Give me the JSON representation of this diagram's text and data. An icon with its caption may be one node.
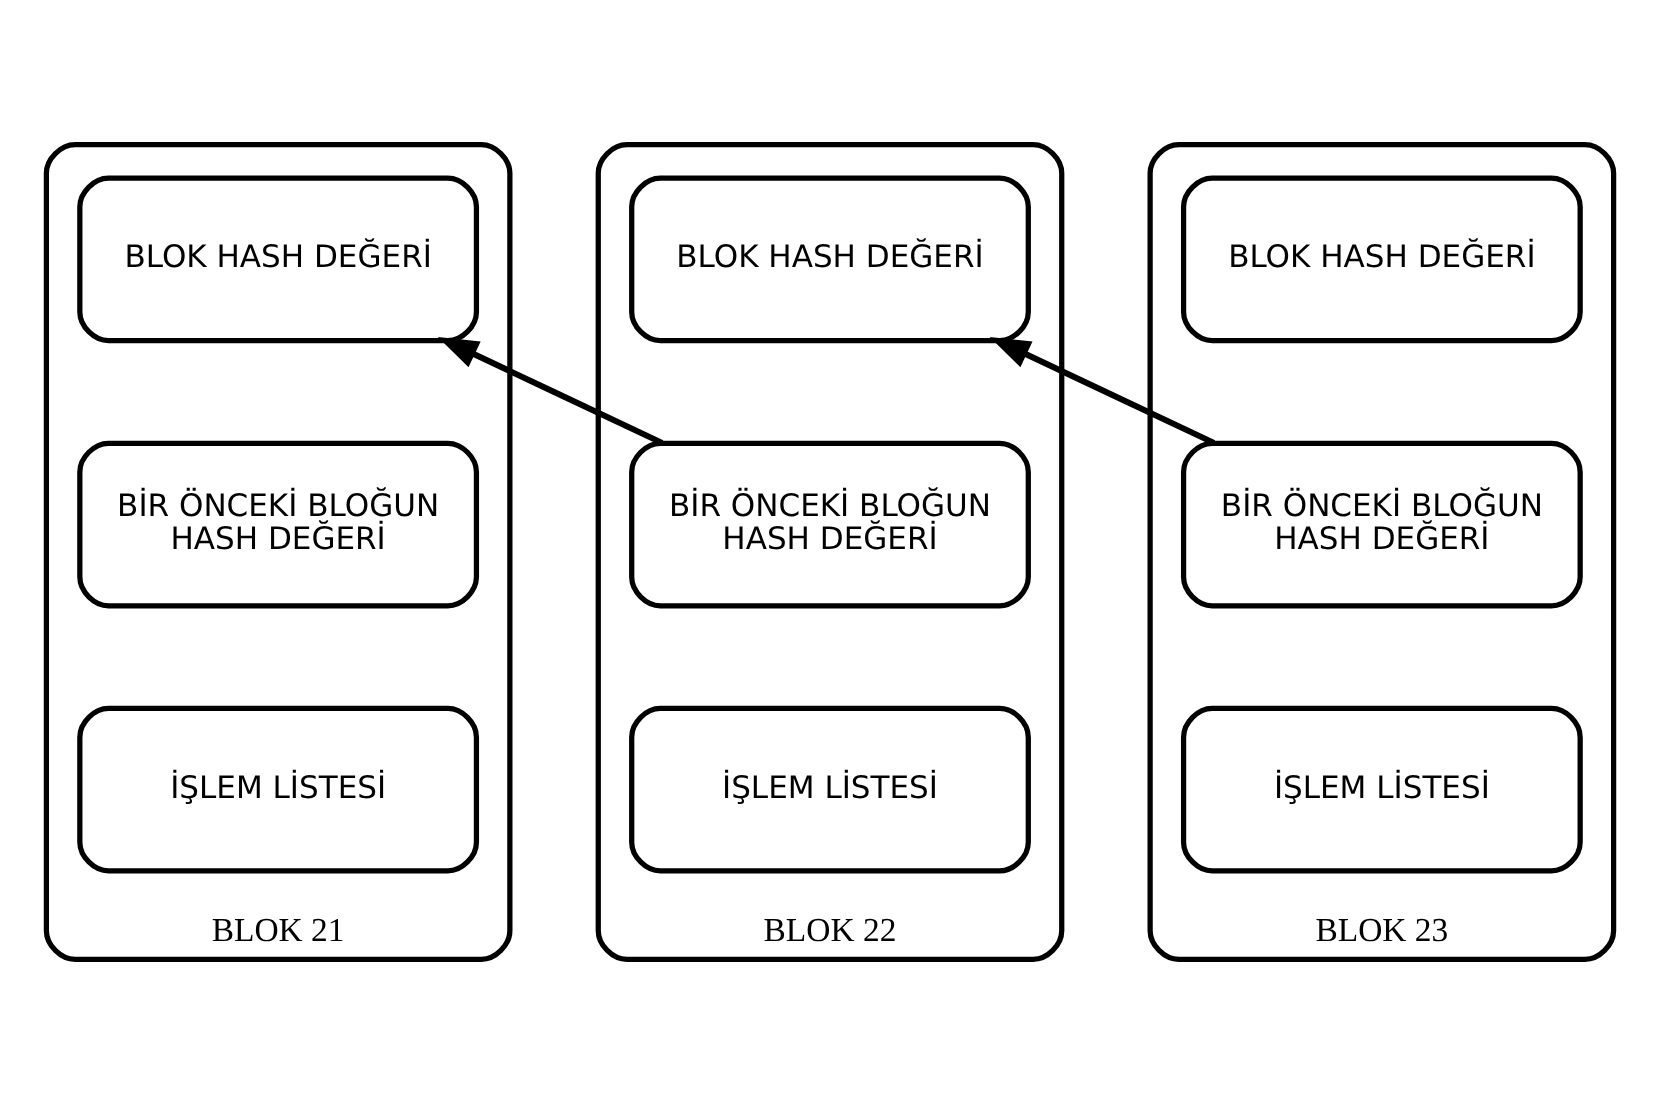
{
  "diagram": {
    "nodes": [
      {
        "text": [
          "BLOK 21"
        ]
      },
      {
        "text": [
          "BLOK HASH DEĞERİ"
        ],
        "in": 0
      },
      {
        "text": [
          "BİR ÖNCEKİ BLOĞUN HASH DEĞERİ"
        ],
        "in": 0
      },
      {
        "text": [
          "İŞLEM LİSTESİ"
        ],
        "in": 0
      },
      {
        "text": [
          "BLOK 22"
        ]
      },
      {
        "text": [
          "BLOK HASH DEĞERİ"
        ],
        "in": 4
      },
      {
        "text": [
          "BİR ÖNCEKİ BLOĞUN HASH DEĞERİ"
        ],
        "in": 4
      },
      {
        "text": [
          "İŞLEM LİSTESİ"
        ],
        "in": 4
      },
      {
        "text": [
          "BLOK 23"
        ]
      },
      {
        "text": [
          "BLOK HASH DEĞERİ"
        ],
        "in": 8
      },
      {
        "text": [
          "BİR ÖNCEKİ BLOĞUN HASH DEĞERİ"
        ],
        "in": 8
      },
      {
        "text": [
          "İŞLEM LİSTESİ"
        ],
        "in": 8
      }
    ],
    "edges": [
      {
        "from": 6,
        "to": 1,
        "arrow": "to"
      },
      {
        "from": 10,
        "to": 5,
        "arrow": "to"
      }
    ]
  }
}
